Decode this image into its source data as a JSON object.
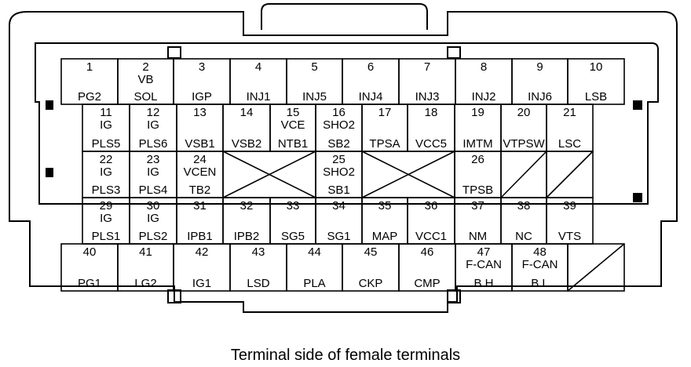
{
  "caption": "Terminal side of female terminals",
  "rows": [
    [
      {
        "num": "1",
        "label": "PG2"
      },
      {
        "num": "2",
        "mid": "VB",
        "label": "SOL"
      },
      {
        "num": "3",
        "label": "IGP"
      },
      {
        "num": "4",
        "label": "INJ1"
      },
      {
        "num": "5",
        "label": "INJ5"
      },
      {
        "num": "6",
        "label": "INJ4"
      },
      {
        "num": "7",
        "label": "INJ3"
      },
      {
        "num": "8",
        "label": "INJ2"
      },
      {
        "num": "9",
        "label": "INJ6"
      },
      {
        "num": "10",
        "label": "LSB"
      }
    ],
    [
      {
        "num": "11",
        "mid": "IG",
        "label": "PLS5"
      },
      {
        "num": "12",
        "mid": "IG",
        "label": "PLS6"
      },
      {
        "num": "13",
        "label": "VSB1"
      },
      {
        "num": "14",
        "label": "VSB2"
      },
      {
        "num": "15",
        "mid": "VCE",
        "label": "NTB1"
      },
      {
        "num": "16",
        "mid": "SHO2",
        "label": "SB2"
      },
      {
        "num": "17",
        "label": "TPSA"
      },
      {
        "num": "18",
        "label": "VCC5"
      },
      {
        "num": "19",
        "label": "IMTM"
      },
      {
        "num": "20",
        "label": "VTPSW"
      },
      {
        "num": "21",
        "label": "LSC"
      }
    ],
    [
      {
        "num": "22",
        "mid": "IG",
        "label": "PLS3"
      },
      {
        "num": "23",
        "mid": "IG",
        "label": "PLS4"
      },
      {
        "num": "24",
        "mid": "VCEN",
        "label": "TB2"
      },
      {
        "num": "25",
        "mid": "SHO2",
        "label": "SB1"
      },
      {
        "num": "26",
        "label": "TPSB"
      }
    ],
    [
      {
        "num": "29",
        "mid": "IG",
        "label": "PLS1"
      },
      {
        "num": "30",
        "mid": "IG",
        "label": "PLS2"
      },
      {
        "num": "31",
        "label": "IPB1"
      },
      {
        "num": "32",
        "label": "IPB2"
      },
      {
        "num": "33",
        "label": "SG5"
      },
      {
        "num": "34",
        "label": "SG1"
      },
      {
        "num": "35",
        "label": "MAP"
      },
      {
        "num": "36",
        "label": "VCC1"
      },
      {
        "num": "37",
        "label": "NM"
      },
      {
        "num": "38",
        "label": "NC"
      },
      {
        "num": "39",
        "label": "VTS"
      }
    ],
    [
      {
        "num": "40",
        "label": "PG1"
      },
      {
        "num": "41",
        "label": "LG2"
      },
      {
        "num": "42",
        "label": "IG1"
      },
      {
        "num": "43",
        "label": "LSD"
      },
      {
        "num": "44",
        "label": "PLA"
      },
      {
        "num": "45",
        "label": "CKP"
      },
      {
        "num": "46",
        "label": "CMP"
      },
      {
        "num": "47",
        "mid": "F-CAN",
        "label": "B H"
      },
      {
        "num": "48",
        "mid": "F-CAN",
        "label": "B L"
      }
    ]
  ]
}
